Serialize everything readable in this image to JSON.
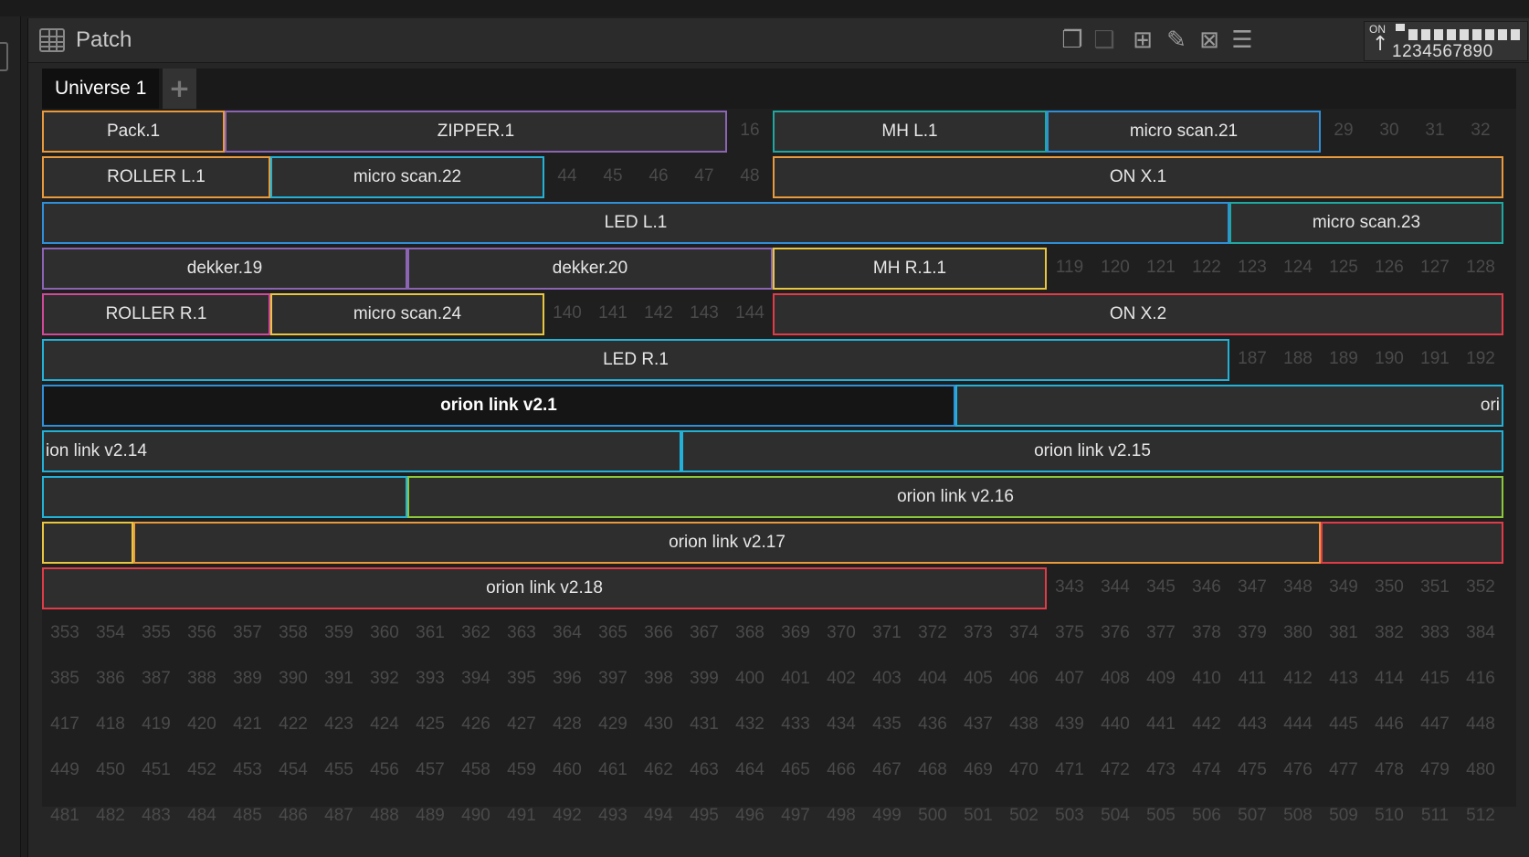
{
  "window": {
    "title": "Patch",
    "toolbar_icons": [
      "copy-icon",
      "paste-icon",
      "add-fixture-icon",
      "edit-icon",
      "delete-icon",
      "list-icon"
    ],
    "dip": {
      "on_label": "ON",
      "numbers": "1234567890",
      "switch_states": [
        1,
        0,
        0,
        0,
        0,
        0,
        0,
        0,
        0,
        0
      ]
    }
  },
  "tabs": [
    {
      "label": "Universe 1"
    }
  ],
  "add_tab_label": "+",
  "colors": {
    "orange": "#e89a3c",
    "purple": "#8c64b4",
    "teal": "#1fa8a0",
    "blue": "#2f8fd8",
    "yellow": "#e8c640",
    "pink": "#d04a9a",
    "red": "#e03c48",
    "cyan": "#22b2d8",
    "green": "#8cc83a"
  },
  "universe": {
    "channels_per_row": 32,
    "total_channels": 512,
    "fixtures": [
      {
        "label": "Pack.1",
        "start": 1,
        "end": 4,
        "color": "orange"
      },
      {
        "label": "ZIPPER.1",
        "start": 5,
        "end": 15,
        "color": "purple"
      },
      {
        "label": "MH L.1",
        "start": 17,
        "end": 22,
        "color": "teal"
      },
      {
        "label": "micro scan.21",
        "start": 23,
        "end": 28,
        "color": "blue"
      },
      {
        "label": "ROLLER L.1",
        "start": 33,
        "end": 37,
        "color": "orange"
      },
      {
        "label": "micro scan.22",
        "start": 38,
        "end": 43,
        "color": "cyan"
      },
      {
        "label": "ON X.1",
        "start": 49,
        "end": 64,
        "color": "orange"
      },
      {
        "label": "LED L.1",
        "start": 65,
        "end": 90,
        "color": "blue"
      },
      {
        "label": "micro scan.23",
        "start": 91,
        "end": 96,
        "color": "teal"
      },
      {
        "label": "dekker.19",
        "start": 97,
        "end": 104,
        "color": "purple"
      },
      {
        "label": "dekker.20",
        "start": 105,
        "end": 112,
        "color": "purple"
      },
      {
        "label": "MH R.1.1",
        "start": 113,
        "end": 118,
        "color": "yellow"
      },
      {
        "label": "ROLLER R.1",
        "start": 129,
        "end": 133,
        "color": "pink"
      },
      {
        "label": "micro scan.24",
        "start": 134,
        "end": 139,
        "color": "yellow"
      },
      {
        "label": "ON X.2",
        "start": 145,
        "end": 160,
        "color": "red"
      },
      {
        "label": "LED R.1",
        "start": 161,
        "end": 186,
        "color": "cyan"
      },
      {
        "label": "orion link v2.1",
        "start": 193,
        "end": 212,
        "color": "blue",
        "dark": true
      },
      {
        "label": "ori",
        "start": 213,
        "end": 224,
        "color": "cyan",
        "align": "right"
      },
      {
        "label": "ion link v2.14",
        "start": 225,
        "end": 238,
        "color": "cyan",
        "align": "left"
      },
      {
        "label": "orion link v2.15",
        "start": 239,
        "end": 256,
        "color": "cyan"
      },
      {
        "label": "",
        "start": 257,
        "end": 264,
        "color": "cyan"
      },
      {
        "label": "orion link v2.16",
        "start": 265,
        "end": 288,
        "color": "green"
      },
      {
        "label": "",
        "start": 289,
        "end": 290,
        "color": "yellow"
      },
      {
        "label": "orion link v2.17",
        "start": 291,
        "end": 316,
        "color": "orange"
      },
      {
        "label": "",
        "start": 317,
        "end": 320,
        "color": "red"
      },
      {
        "label": "orion link v2.18",
        "start": 321,
        "end": 342,
        "color": "red"
      }
    ]
  }
}
